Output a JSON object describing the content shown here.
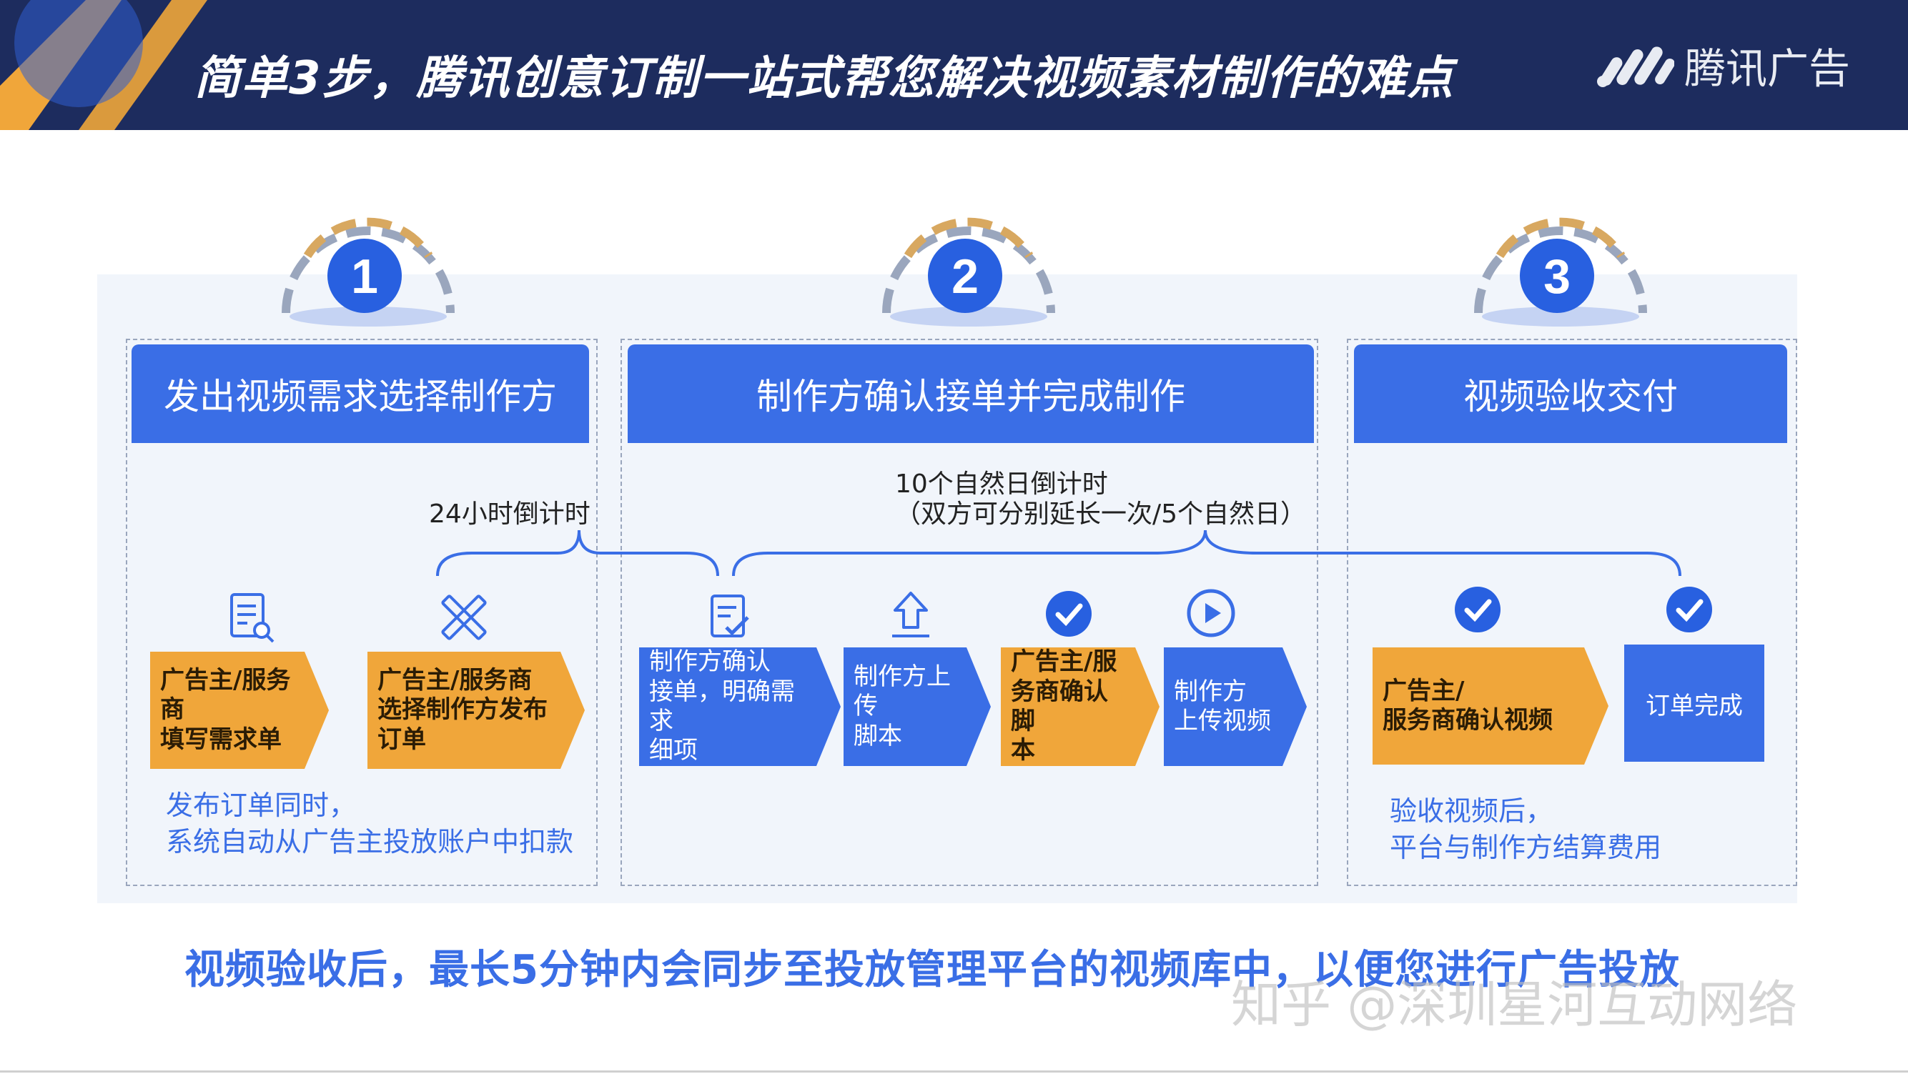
{
  "header": {
    "title": "简单3步，腾讯创意订制一站式帮您解决视频素材制作的难点",
    "brand_name": "腾讯广告"
  },
  "sections": [
    {
      "number": "1",
      "title": "发出视频需求选择制作方",
      "steps": [
        "广告主/服务商\n填写需求单",
        "广告主/服务商\n选择制作方发布\n订单"
      ],
      "note": "发布订单同时，\n系统自动从广告主投放账户中扣款"
    },
    {
      "number": "2",
      "title": "制作方确认接单并完成制作",
      "steps": [
        "制作方确认\n接单，明确需求\n细项",
        "制作方上传\n脚本",
        "广告主/服\n务商确认脚\n本",
        "制作方\n上传视频"
      ]
    },
    {
      "number": "3",
      "title": "视频验收交付",
      "steps": [
        "广告主/\n服务商确认视频",
        "订单完成"
      ],
      "note": "验收视频后，\n平台与制作方结算费用"
    }
  ],
  "timers": {
    "hours24": "24小时倒计时",
    "days10_line1": "10个自然日倒计时",
    "days10_line2": "（双方可分别延长一次/5个自然日）"
  },
  "footer": "视频验收后，最长5分钟内会同步至投放管理平台的视频库中，以便您进行广告投放",
  "watermark": "知乎 @深圳星河互动网络",
  "colors": {
    "header_bg": "#1d2c5e",
    "accent_blue": "#3a6ee6",
    "accent_orange": "#f0a63a",
    "panel_bg": "#f1f5fb"
  },
  "icons": [
    "document-search-icon",
    "pencil-ruler-icon",
    "document-check-icon",
    "upload-arrow-icon",
    "checkmark-circle-icon",
    "play-circle-icon"
  ]
}
